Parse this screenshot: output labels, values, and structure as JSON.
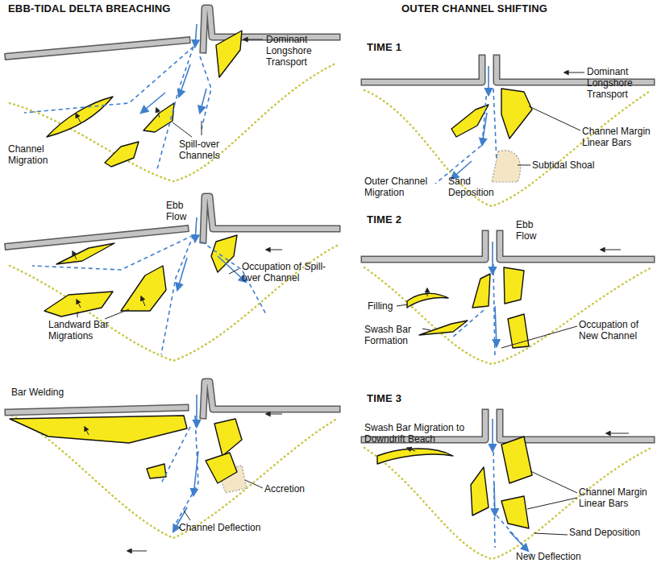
{
  "diagram": {
    "labels": [
      "EBB-TIDAL DELTA BREACHING",
      "Dominant Longshore Transport",
      "Channel Migration",
      "Spill-over Channels",
      "Ebb Flow",
      "Occupation of Spill-over Channel",
      "Landward Bar Migrations",
      "Bar Welding",
      "Accretion",
      "Channel Deflection",
      "OUTER CHANNEL SHIFTING",
      "TIME 1",
      "Dominant Longshore Transport",
      "Channel Margin Linear Bars",
      "Outer Channel Migration",
      "Sand Deposition",
      "Subtidal Shoal",
      "TIME 2",
      "Ebb Flow",
      "Filling",
      "Swash Bar Formation",
      "Occupation of New Channel",
      "TIME 3",
      "Swash Bar Migration to Downdrift Beach",
      "Channel Margin Linear Bars",
      "Sand Deposition",
      "New Deflection"
    ]
  }
}
